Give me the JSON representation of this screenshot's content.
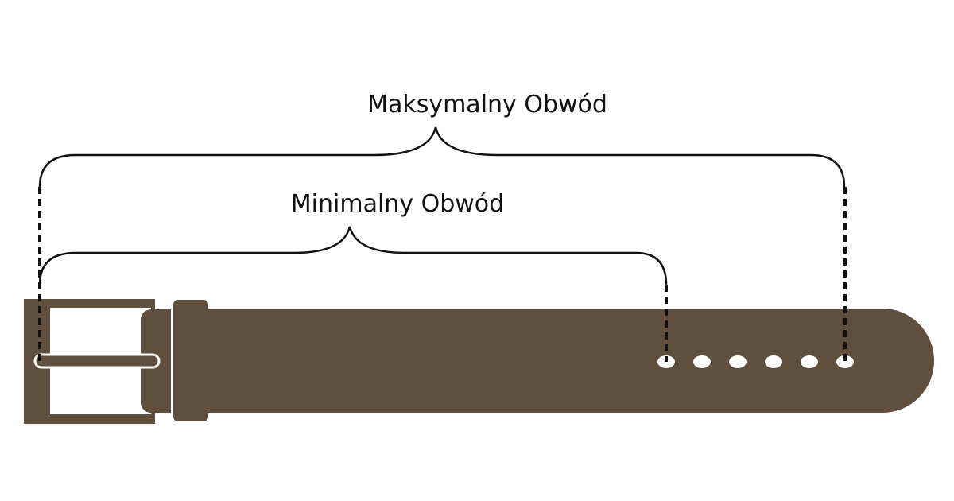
{
  "labels": {
    "max": "Maksymalny Obwód",
    "min": "Minimalny Obwód"
  },
  "colors": {
    "belt": "#604f3d",
    "line": "#111111"
  },
  "belt": {
    "hole_count": 6
  }
}
